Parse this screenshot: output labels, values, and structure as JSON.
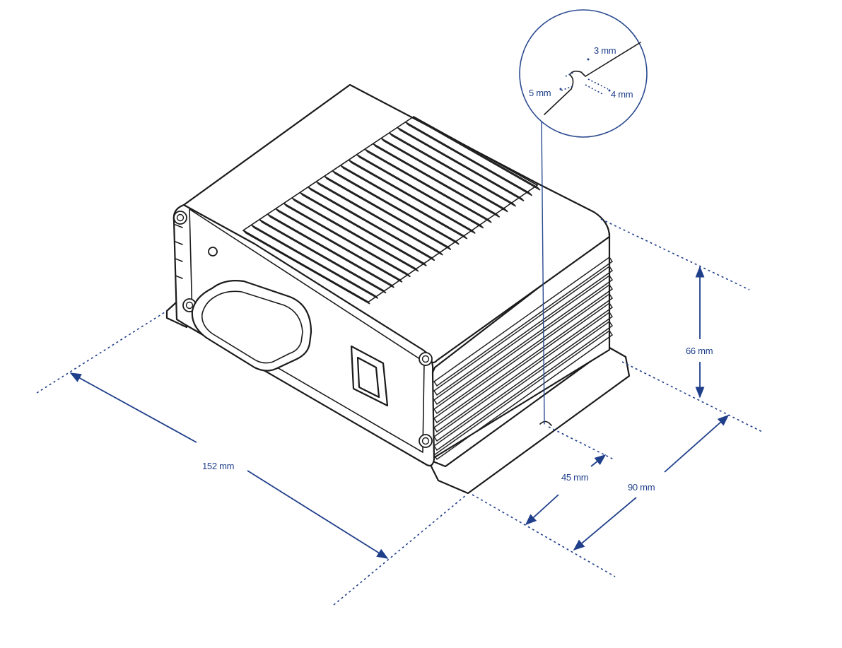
{
  "diagram": {
    "colors": {
      "dimension": "#1f3f8a",
      "outline": "#1b1b1b",
      "background": "#ffffff"
    },
    "dimensions": {
      "length": "152 mm",
      "height": "66 mm",
      "depth": "90 mm",
      "hole_offset": "45 mm"
    },
    "detail_callout": {
      "slot_width": "3 mm",
      "slot_depth": "5 mm",
      "slot_length": "4 mm"
    }
  }
}
